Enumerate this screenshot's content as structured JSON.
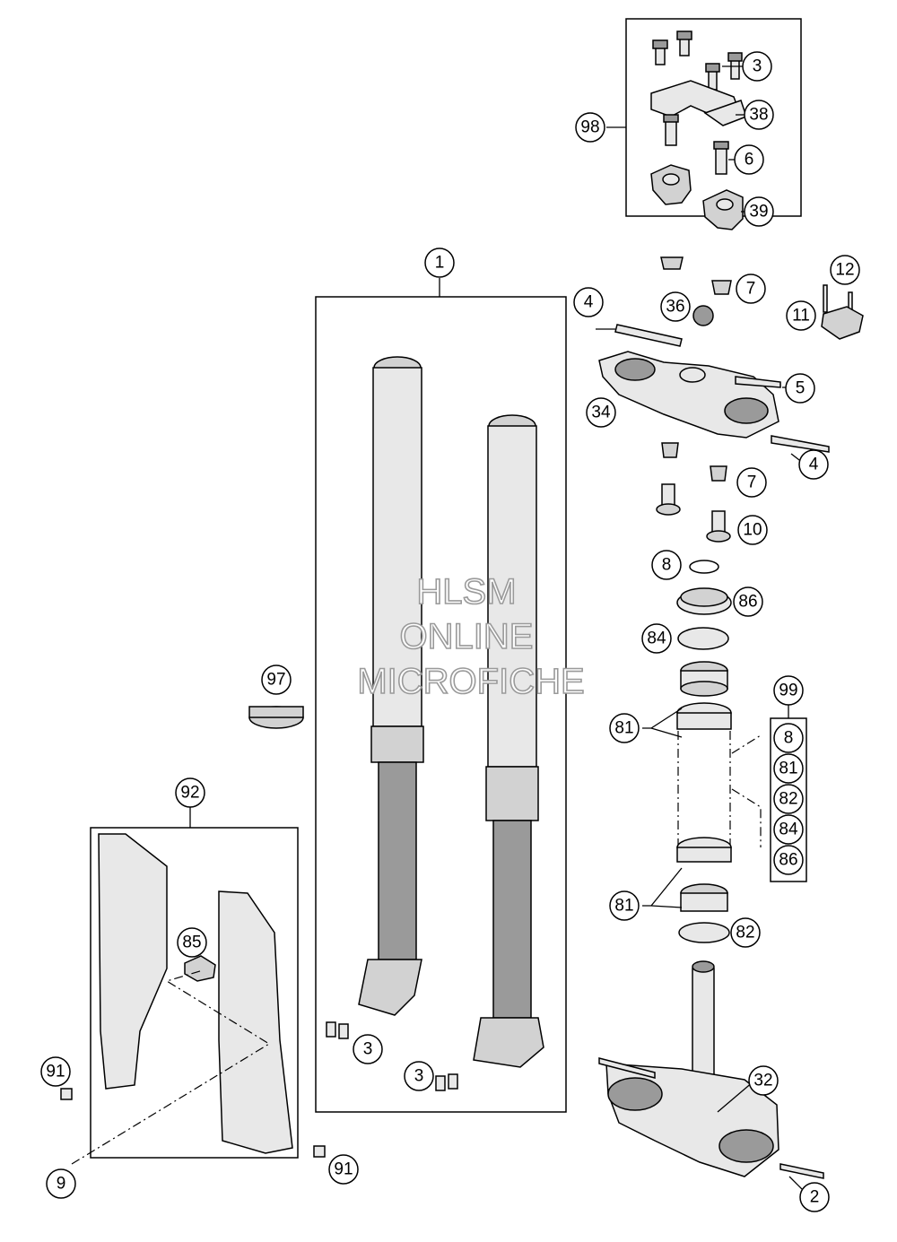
{
  "watermark": {
    "line1": "HLSM",
    "line2": "ONLINE",
    "line3": "MICROFICHE"
  },
  "callouts": {
    "c1": "1",
    "c2": "2",
    "c3a": "3",
    "c3b": "3",
    "c3c": "3",
    "c4a": "4",
    "c4b": "4",
    "c5": "5",
    "c6": "6",
    "c7a": "7",
    "c7b": "7",
    "c8a": "8",
    "c8b": "8",
    "c9": "9",
    "c10": "10",
    "c11": "11",
    "c12": "12",
    "c32": "32",
    "c34": "34",
    "c36": "36",
    "c38": "38",
    "c39": "39",
    "c81a": "81",
    "c81b": "81",
    "c81c": "81",
    "c82a": "82",
    "c82b": "82",
    "c84a": "84",
    "c84b": "84",
    "c85": "85",
    "c86a": "86",
    "c86b": "86",
    "c91a": "91",
    "c91b": "91",
    "c92": "92",
    "c97": "97",
    "c98": "98",
    "c99": "99"
  }
}
